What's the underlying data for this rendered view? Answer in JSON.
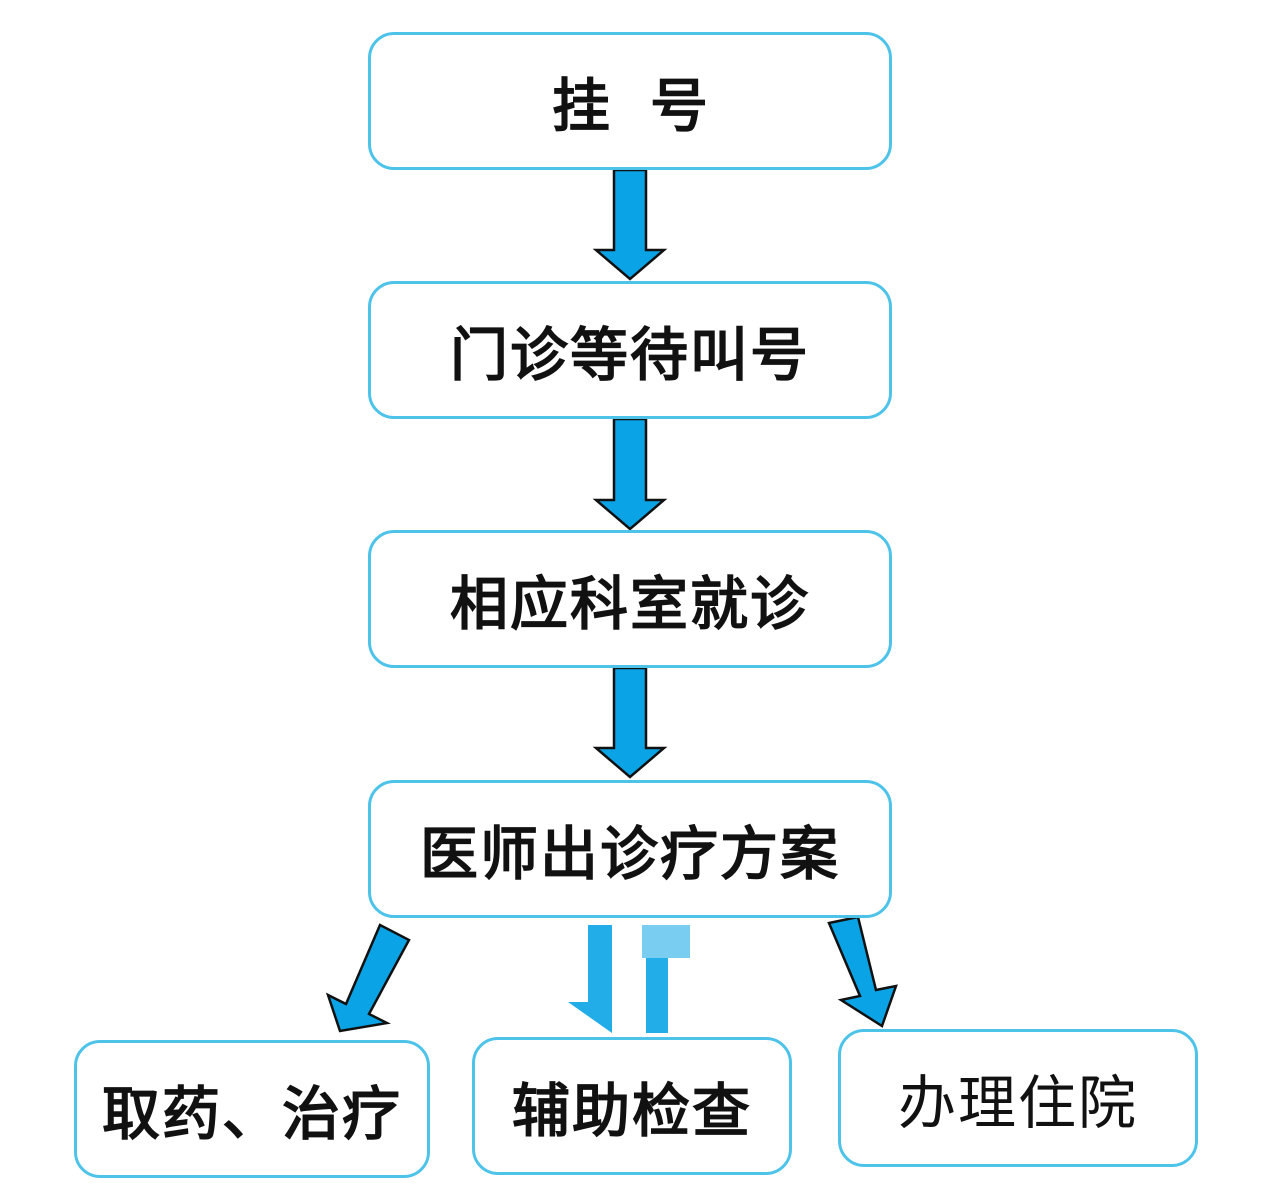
{
  "flow": {
    "step1": "挂号",
    "step2": "门诊等待叫号",
    "step3": "相应科室就诊",
    "step4": "医师出诊疗方案",
    "outcomes": [
      {
        "label": "取药、治疗"
      },
      {
        "label": "辅助检查"
      },
      {
        "label": "办理住院"
      }
    ]
  },
  "colors": {
    "box_border": "#4ec3ea",
    "arrow_fill": "#0aa4e6",
    "arrow_stroke": "#111111",
    "text": "#111111"
  }
}
